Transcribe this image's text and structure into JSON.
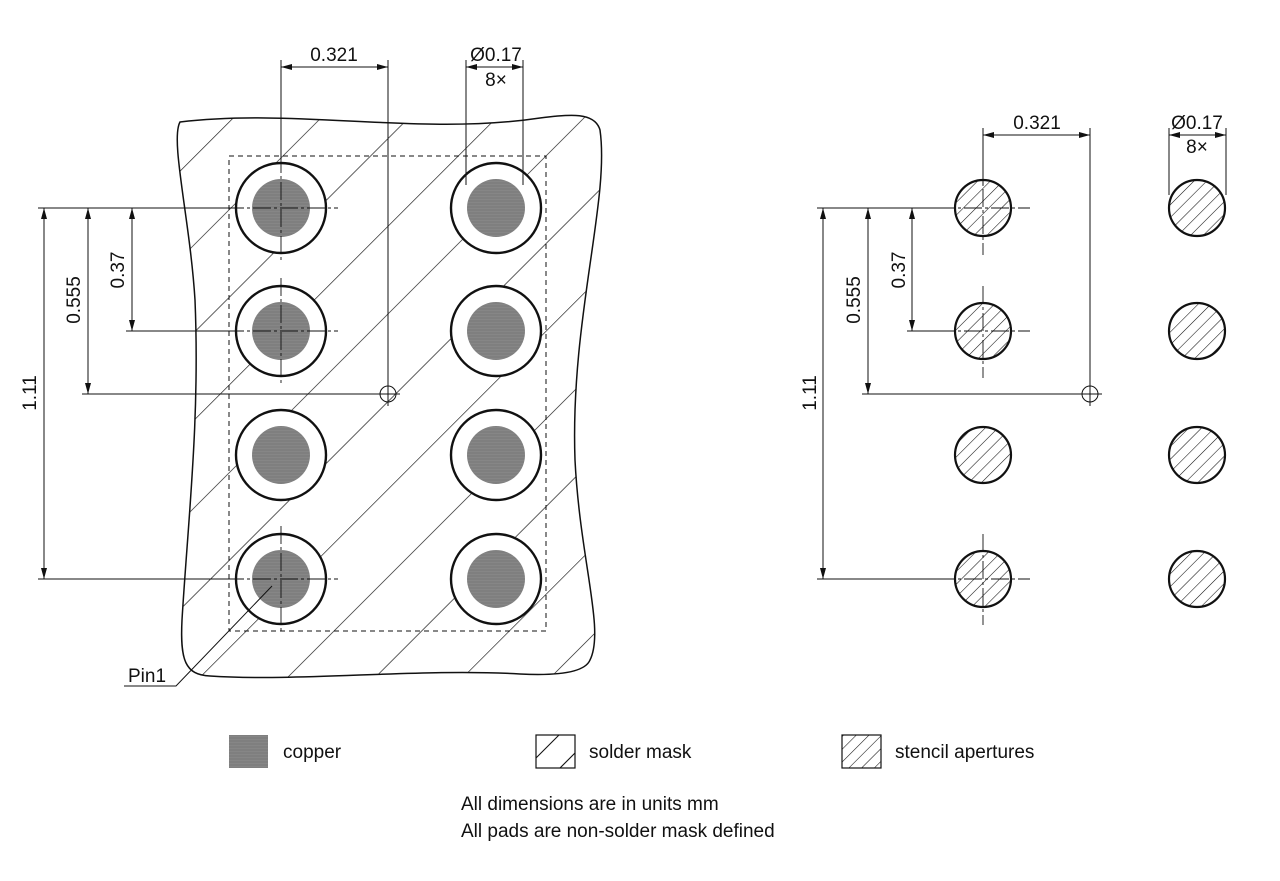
{
  "left_view": {
    "pitch_x": "0.321",
    "diameter": "Ø0.17",
    "count": "8×",
    "pitch_y_small": "0.37",
    "pitch_y_mid": "0.555",
    "pitch_y_total": "1.11",
    "pin1_label": "Pin1"
  },
  "right_view": {
    "pitch_x": "0.321",
    "diameter": "Ø0.17",
    "count": "8×",
    "pitch_y_small": "0.37",
    "pitch_y_mid": "0.555",
    "pitch_y_total": "1.11"
  },
  "legend": {
    "copper": "copper",
    "solder_mask": "solder mask",
    "stencil": "stencil apertures"
  },
  "notes": {
    "line1": "All dimensions are in units mm",
    "line2": "All pads are non-solder mask defined"
  },
  "colors": {
    "copper": "#808080",
    "line": "#111111"
  }
}
